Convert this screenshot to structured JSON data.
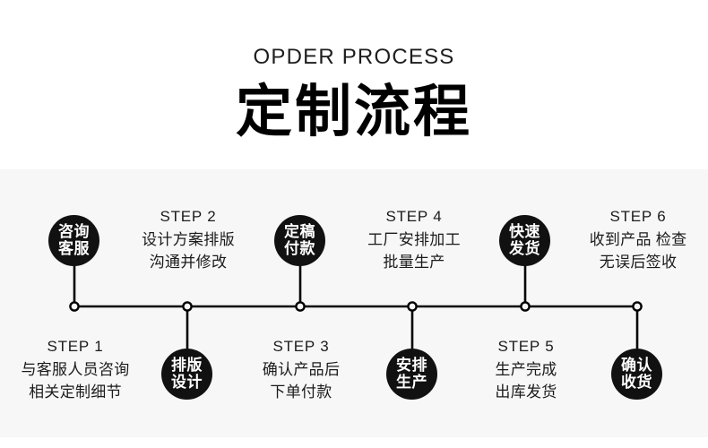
{
  "header": {
    "eyebrow": "OPDER PROCESS",
    "headline": "定制流程"
  },
  "colors": {
    "page_bg": "#ffffff",
    "band_bg": "#f7f7f7",
    "bubble_bg": "#111111",
    "bubble_text": "#ffffff",
    "line": "#000000",
    "text": "#1b1b1b"
  },
  "timeline": {
    "node_count": 6,
    "node_style": "hollow-circle",
    "orientation": "horizontal"
  },
  "steps": [
    {
      "index": 1,
      "position": "below",
      "step_label": "STEP 1",
      "desc_lines": [
        "与客服人员咨询",
        "相关定制细节"
      ],
      "bubble_lines": [
        "咨询",
        "客服"
      ],
      "bubble_position": "above"
    },
    {
      "index": 2,
      "position": "above",
      "step_label": "STEP 2",
      "desc_lines": [
        "设计方案排版",
        "沟通并修改"
      ],
      "bubble_lines": [
        "排版",
        "设计"
      ],
      "bubble_position": "below"
    },
    {
      "index": 3,
      "position": "below",
      "step_label": "STEP 3",
      "desc_lines": [
        "确认产品后",
        "下单付款"
      ],
      "bubble_lines": [
        "定稿",
        "付款"
      ],
      "bubble_position": "above"
    },
    {
      "index": 4,
      "position": "above",
      "step_label": "STEP 4",
      "desc_lines": [
        "工厂安排加工",
        "批量生产"
      ],
      "bubble_lines": [
        "安排",
        "生产"
      ],
      "bubble_position": "below"
    },
    {
      "index": 5,
      "position": "below",
      "step_label": "STEP 5",
      "desc_lines": [
        "生产完成",
        "出库发货"
      ],
      "bubble_lines": [
        "快速",
        "发货"
      ],
      "bubble_position": "above"
    },
    {
      "index": 6,
      "position": "above",
      "step_label": "STEP 6",
      "desc_lines": [
        "收到产品 检查",
        "无误后签收"
      ],
      "bubble_lines": [
        "确认",
        "收货"
      ],
      "bubble_position": "below"
    }
  ]
}
